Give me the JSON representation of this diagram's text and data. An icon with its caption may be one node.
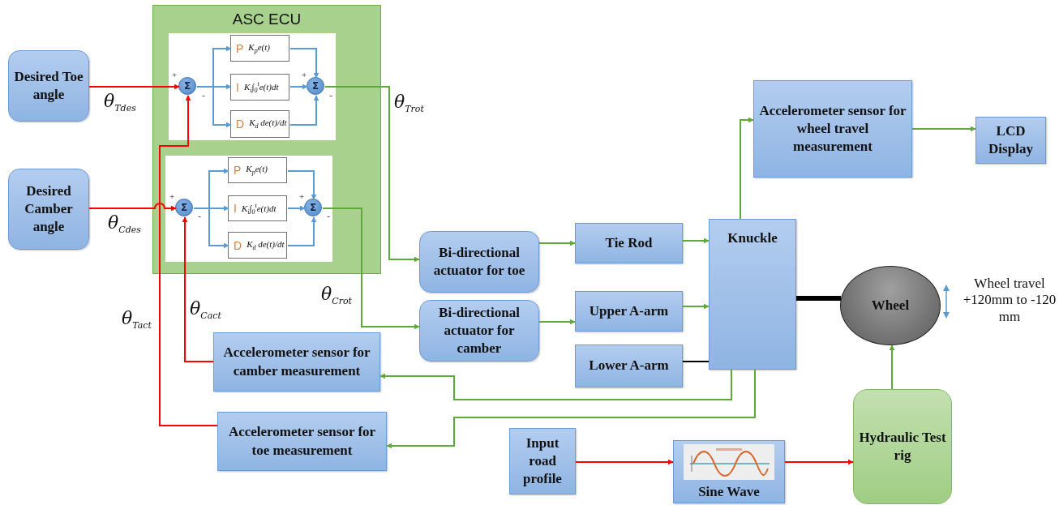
{
  "diagram": {
    "nodes": [
      {
        "text": [
          "Desired Toe angle"
        ]
      },
      {
        "text": [
          "Desired Camber angle"
        ]
      },
      {
        "text": [
          "ASC ECU"
        ]
      },
      {
        "text": [],
        "shape": "box",
        "in": 2
      },
      {
        "text": [
          "Σ"
        ],
        "in": 3
      },
      {
        "text": [
          "P",
          "K$_{p}$e(t)"
        ],
        "in": 3
      },
      {
        "text": [
          "I",
          "K$_{i}$∫$_{0}$$^{t}$e(t)dt"
        ],
        "in": 3
      },
      {
        "text": [
          "D",
          "K$_{d}$ de(t)/dt"
        ],
        "in": 3
      },
      {
        "text": [
          "Σ"
        ],
        "in": 3
      },
      {
        "text": [],
        "shape": "box",
        "in": 2
      },
      {
        "text": [
          "Σ"
        ],
        "in": 9
      },
      {
        "text": [
          "P",
          "K$_{p}$e(t)"
        ],
        "in": 9
      },
      {
        "text": [
          "I",
          "K$_{i}$∫$_{0}$$^{t}$e(t)dt"
        ],
        "in": 9
      },
      {
        "text": [
          "D",
          "K$_{d}$ de(t)/dt"
        ],
        "in": 9
      },
      {
        "text": [
          "Σ"
        ],
        "in": 9
      },
      {
        "text": [
          "Bi-directional actuator for toe"
        ]
      },
      {
        "text": [
          "Bi-directional actuator for camber"
        ]
      },
      {
        "text": [
          "Tie Rod"
        ]
      },
      {
        "text": [
          "Upper A-arm"
        ]
      },
      {
        "text": [
          "Lower A-arm"
        ]
      },
      {
        "text": [
          "Knuckle"
        ]
      },
      {
        "text": [
          "Accelerometer sensor for wheel travel measurement"
        ]
      },
      {
        "text": [
          "LCD Display"
        ]
      },
      {
        "text": [
          "Wheel"
        ]
      },
      {
        "text": [
          "Accelerometer sensor for camber measurement"
        ]
      },
      {
        "text": [
          "Accelerometer sensor for toe measurement"
        ]
      },
      {
        "text": [
          "Input road profile"
        ]
      },
      {
        "text": [
          "Sine Wave"
        ]
      },
      {
        "text": [
          "Hydraulic Test rig"
        ]
      }
    ],
    "edges": [
      {
        "from": 0,
        "to": 4,
        "arrow": "to",
        "color": "#ff0000",
        "label": "θ$_{Tdes}$"
      },
      {
        "from": 1,
        "to": 10,
        "arrow": "to",
        "color": "#ff0000",
        "label": "θ$_{Cdes}$"
      },
      {
        "from": 4,
        "to": 5,
        "arrow": "to",
        "color": "#5b9bd5"
      },
      {
        "from": 4,
        "to": 6,
        "arrow": "to",
        "color": "#5b9bd5"
      },
      {
        "from": 4,
        "to": 7,
        "arrow": "to",
        "color": "#5b9bd5"
      },
      {
        "from": 5,
        "to": 8,
        "arrow": "to",
        "color": "#5b9bd5"
      },
      {
        "from": 6,
        "to": 8,
        "arrow": "to",
        "color": "#5b9bd5"
      },
      {
        "from": 7,
        "to": 8,
        "arrow": "to",
        "color": "#5b9bd5"
      },
      {
        "from": 10,
        "to": 11,
        "arrow": "to",
        "color": "#5b9bd5"
      },
      {
        "from": 10,
        "to": 12,
        "arrow": "to",
        "color": "#5b9bd5"
      },
      {
        "from": 10,
        "to": 13,
        "arrow": "to",
        "color": "#5b9bd5"
      },
      {
        "from": 11,
        "to": 14,
        "arrow": "to",
        "color": "#5b9bd5"
      },
      {
        "from": 12,
        "to": 14,
        "arrow": "to",
        "color": "#5b9bd5"
      },
      {
        "from": 13,
        "to": 14,
        "arrow": "to",
        "color": "#5b9bd5"
      },
      {
        "from": 8,
        "to": 15,
        "arrow": "to",
        "color": "#5fa83a",
        "label": "θ$_{Trot}$"
      },
      {
        "from": 14,
        "to": 16,
        "arrow": "to",
        "color": "#5fa83a",
        "label": "θ$_{Crot}$"
      },
      {
        "from": 15,
        "to": 17,
        "arrow": "to",
        "color": "#5fa83a"
      },
      {
        "from": 16,
        "to": 18,
        "arrow": "to",
        "color": "#5fa83a"
      },
      {
        "from": 17,
        "to": 20,
        "arrow": "to",
        "color": "#5fa83a"
      },
      {
        "from": 18,
        "to": 20,
        "arrow": "to",
        "color": "#5fa83a"
      },
      {
        "from": 19,
        "to": 20,
        "arrow": "none",
        "color": "#000000"
      },
      {
        "from": 20,
        "to": 21,
        "arrow": "to",
        "color": "#5fa83a"
      },
      {
        "from": 21,
        "to": 22,
        "arrow": "to",
        "color": "#5fa83a"
      },
      {
        "from": 20,
        "to": 23,
        "arrow": "none",
        "color": "#000000",
        "style": "thick"
      },
      {
        "from": 20,
        "to": 24,
        "arrow": "to",
        "color": "#5fa83a"
      },
      {
        "from": 20,
        "to": 25,
        "arrow": "to",
        "color": "#5fa83a"
      },
      {
        "from": 24,
        "to": 10,
        "arrow": "to",
        "color": "#ff0000",
        "label": "θ$_{Cact}$"
      },
      {
        "from": 25,
        "to": 4,
        "arrow": "to",
        "color": "#ff0000",
        "label": "θ$_{Tact}$"
      },
      {
        "from": 26,
        "to": 27,
        "arrow": "to",
        "color": "#ff0000"
      },
      {
        "from": 27,
        "to": 28,
        "arrow": "to",
        "color": "#ff0000"
      },
      {
        "from": 28,
        "to": 23,
        "arrow": "to",
        "color": "#5fa83a"
      }
    ],
    "labels": [
      "+",
      "-",
      "+",
      "-",
      "+",
      "-",
      "+",
      "-",
      "Wheel travel +120mm to -120 mm"
    ]
  }
}
